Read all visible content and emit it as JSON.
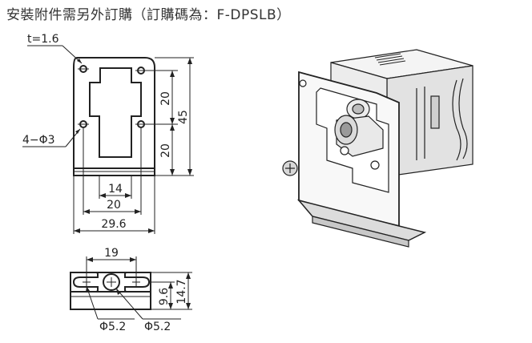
{
  "header": "安裝附件需另外訂購（訂購碼為：F-DPSLB）",
  "front_view": {
    "thickness": "t=1.6",
    "holes": "4−Φ3",
    "dim_hole_pitch_upper": "20",
    "dim_hole_pitch_lower": "20",
    "dim_height": "45",
    "dim_inner": "14",
    "dim_hole_spacing": "20",
    "dim_width": "29.6"
  },
  "bottom_view": {
    "dim_slot_spacing": "19",
    "dim_h1": "9.6",
    "dim_h2": "14.7",
    "hole_left": "Φ5.2",
    "hole_right": "Φ5.2"
  }
}
